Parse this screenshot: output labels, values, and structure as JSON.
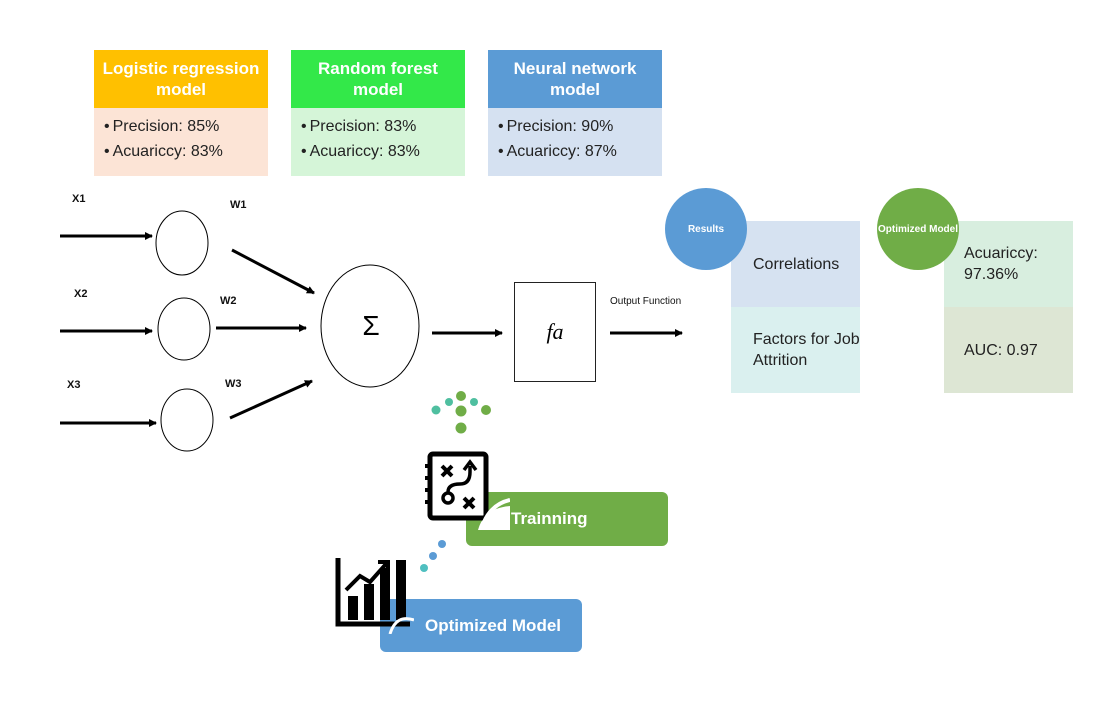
{
  "models": [
    {
      "title": "Logistic regression model",
      "precision": "Precision: 85%",
      "accuracy": "Acuariccy: 83%",
      "head_color": "#FFC000",
      "body_color": "#FCE4D6"
    },
    {
      "title": "Random forest model",
      "precision": "Precision: 83%",
      "accuracy": "Acuariccy: 83%",
      "head_color": "#33E849",
      "body_color": "#D5F5D8"
    },
    {
      "title": "Neural network model",
      "precision": "Precision: 90%",
      "accuracy": "Acuariccy: 87%",
      "head_color": "#5B9BD5",
      "body_color": "#D5E1F1"
    }
  ],
  "perceptron": {
    "inputs": [
      "X1",
      "X2",
      "X3"
    ],
    "weights": [
      "W1",
      "W2",
      "W3"
    ],
    "sum_symbol": "Σ",
    "activation": "fa",
    "output_label": "Output Function"
  },
  "results": {
    "badge": "Results",
    "rows": [
      "Correlations",
      "Factors for Job Attrition"
    ],
    "badge_color": "#5B9BD5"
  },
  "optimized": {
    "badge": "Optimized Model",
    "accuracy": "Acuariccy: 97.36%",
    "auc": "AUC: 0.97",
    "badge_color": "#70AD47"
  },
  "process": {
    "training": "Trainning",
    "optimized_model": "Optimized Model",
    "training_icon": "strategy-board-icon",
    "chart_icon": "growth-chart-icon",
    "training_color": "#70AD47",
    "optimized_color": "#5B9BD5"
  }
}
